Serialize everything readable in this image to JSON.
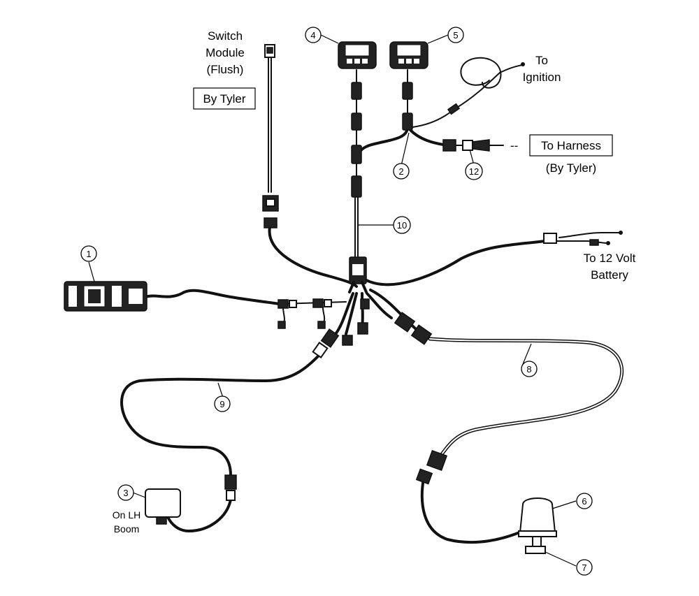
{
  "labels": {
    "switch_module_line1": "Switch",
    "switch_module_line2": "Module",
    "switch_module_line3": "(Flush)",
    "by_tyler_box": "By Tyler",
    "to_ignition_line1": "To",
    "to_ignition_line2": "Ignition",
    "to_harness_dash": "--",
    "to_harness_box": "To Harness",
    "to_harness_sub": "(By Tyler)",
    "to_battery_line1": "To 12 Volt",
    "to_battery_line2": "Battery",
    "lh_boom_line1": "On LH",
    "lh_boom_line2": "Boom"
  },
  "callouts": {
    "c1": "1",
    "c2": "2",
    "c3": "3",
    "c4": "4",
    "c5": "5",
    "c6": "6",
    "c7": "7",
    "c8": "8",
    "c9": "9",
    "c10": "10",
    "c12": "12"
  }
}
